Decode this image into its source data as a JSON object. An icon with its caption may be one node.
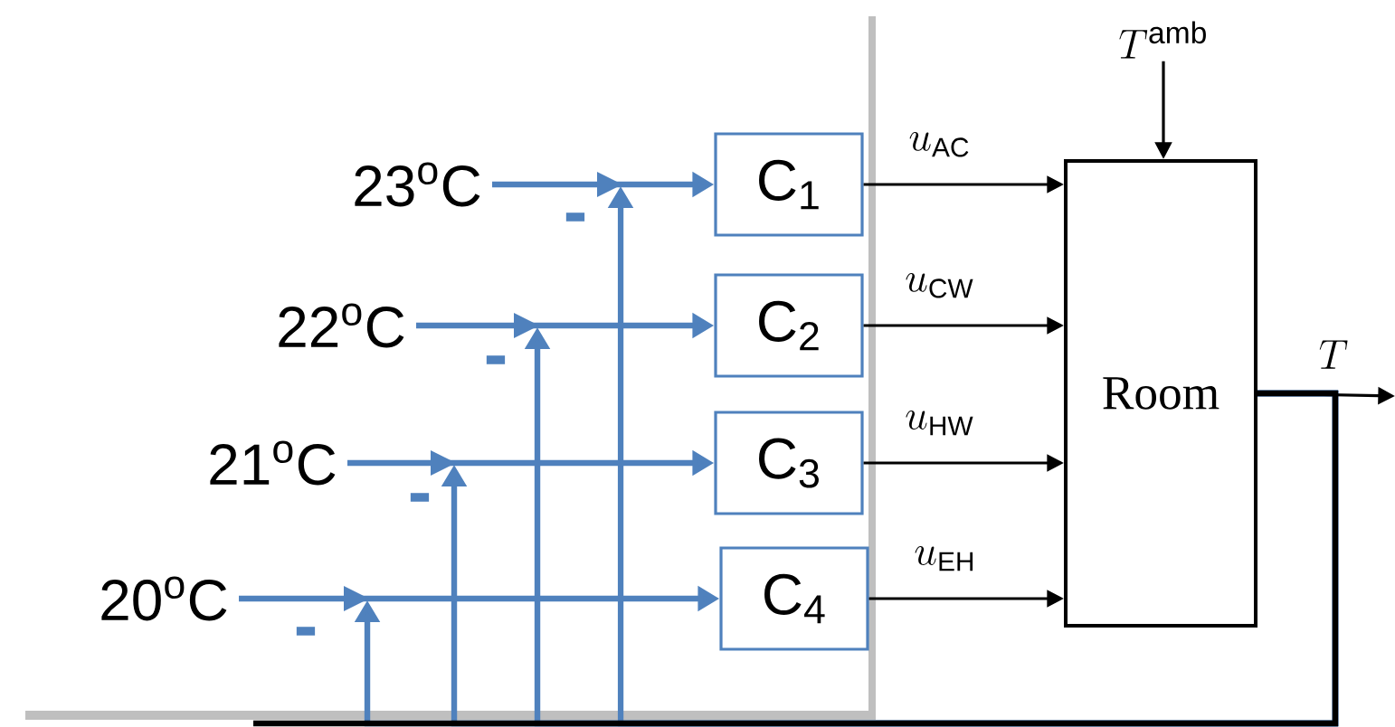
{
  "diagram": {
    "nodes": [
      {
        "text": [
          "23$^{o}$C"
        ]
      },
      {
        "text": [
          "22$^{o}$C"
        ]
      },
      {
        "text": [
          "21$^{o}$C"
        ]
      },
      {
        "text": [
          "20$^{o}$C"
        ]
      },
      {
        "text": [
          "C$_{1}$"
        ]
      },
      {
        "text": [
          "C$_{2}$"
        ]
      },
      {
        "text": [
          "C$_{3}$"
        ]
      },
      {
        "text": [
          "C$_{4}$"
        ]
      },
      {
        "text": [
          "Room"
        ]
      },
      {
        "text": [
          "T^{\\mathrm{amb}}"
        ]
      }
    ],
    "edges": [
      {
        "from": 0,
        "to": 4,
        "arrow": "to",
        "color": "#4f81bd"
      },
      {
        "from": 1,
        "to": 5,
        "arrow": "to",
        "color": "#4f81bd"
      },
      {
        "from": 2,
        "to": 6,
        "arrow": "to",
        "color": "#4f81bd"
      },
      {
        "from": 3,
        "to": 7,
        "arrow": "to",
        "color": "#4f81bd"
      },
      {
        "from": 4,
        "to": 8,
        "arrow": "to",
        "label": "u_{\\mathrm{AC}}",
        "color": "#000000"
      },
      {
        "from": 5,
        "to": 8,
        "arrow": "to",
        "label": "u_{\\mathrm{CW}}",
        "color": "#000000"
      },
      {
        "from": 6,
        "to": 8,
        "arrow": "to",
        "label": "u_{\\mathrm{HW}}",
        "color": "#000000"
      },
      {
        "from": 7,
        "to": 8,
        "arrow": "to",
        "label": "u_{\\mathrm{EH}}",
        "color": "#000000"
      },
      {
        "from": 9,
        "to": 8,
        "arrow": "to",
        "color": "#000000"
      },
      {
        "from": 8,
        "to": null,
        "arrow": "to",
        "label": "T",
        "color": "#000000"
      },
      {
        "from": 8,
        "to": null,
        "arrow": "none",
        "color": "#000000"
      },
      {
        "from": 8,
        "to": null,
        "arrow": "to",
        "label": "-",
        "color": "#4f81bd"
      },
      {
        "from": 8,
        "to": null,
        "arrow": "to",
        "label": "-",
        "color": "#4f81bd"
      },
      {
        "from": 8,
        "to": null,
        "arrow": "to",
        "label": "-",
        "color": "#4f81bd"
      },
      {
        "from": 8,
        "to": null,
        "arrow": "to",
        "label": "-",
        "color": "#4f81bd"
      }
    ]
  }
}
